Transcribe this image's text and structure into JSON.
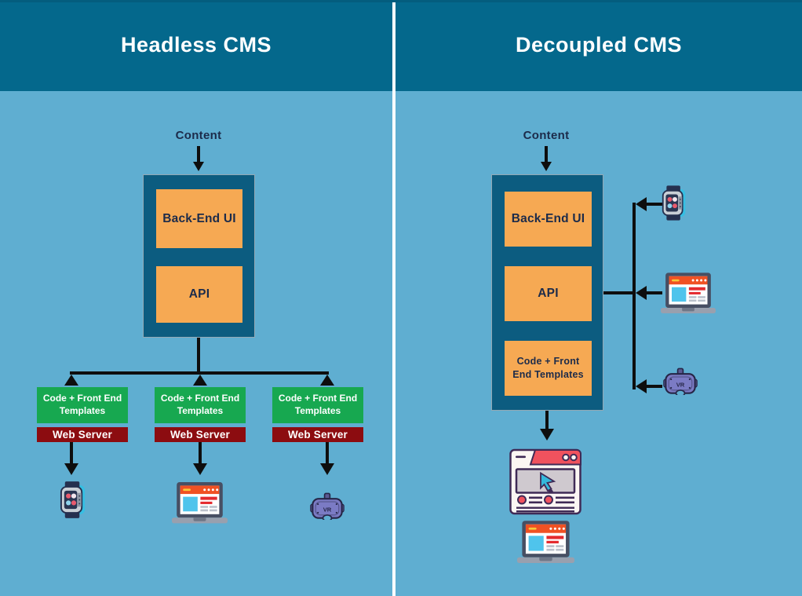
{
  "left": {
    "title": "Headless CMS",
    "content_label": "Content",
    "stack": {
      "backend_ui": "Back-End UI",
      "api": "API"
    },
    "branches": [
      {
        "templates_label": "Code + Front End Templates",
        "server_label": "Web Server",
        "device": "smartwatch"
      },
      {
        "templates_label": "Code + Front End Templates",
        "server_label": "Web Server",
        "device": "laptop"
      },
      {
        "templates_label": "Code + Front End Templates",
        "server_label": "Web Server",
        "device": "vr-headset"
      }
    ]
  },
  "right": {
    "title": "Decoupled CMS",
    "content_label": "Content",
    "stack": {
      "backend_ui": "Back-End UI",
      "api": "API",
      "templates": "Code + Front End Templates"
    },
    "connected_devices": [
      "smartwatch",
      "laptop",
      "vr-headset"
    ],
    "outputs": [
      "browser-window",
      "laptop"
    ]
  },
  "icons": {
    "vr_label": "VR"
  },
  "colors": {
    "header_bg": "#04688C",
    "panel_bg": "#5FAED1",
    "divider": "#FFFFFF",
    "stack_bg": "#0C5C80",
    "node_orange": "#F6A953",
    "node_green": "#17A850",
    "node_red": "#8C0C10",
    "connector": "#0E0E0E",
    "text_dark": "#1C2B4A",
    "text_light": "#FFFFFF"
  }
}
